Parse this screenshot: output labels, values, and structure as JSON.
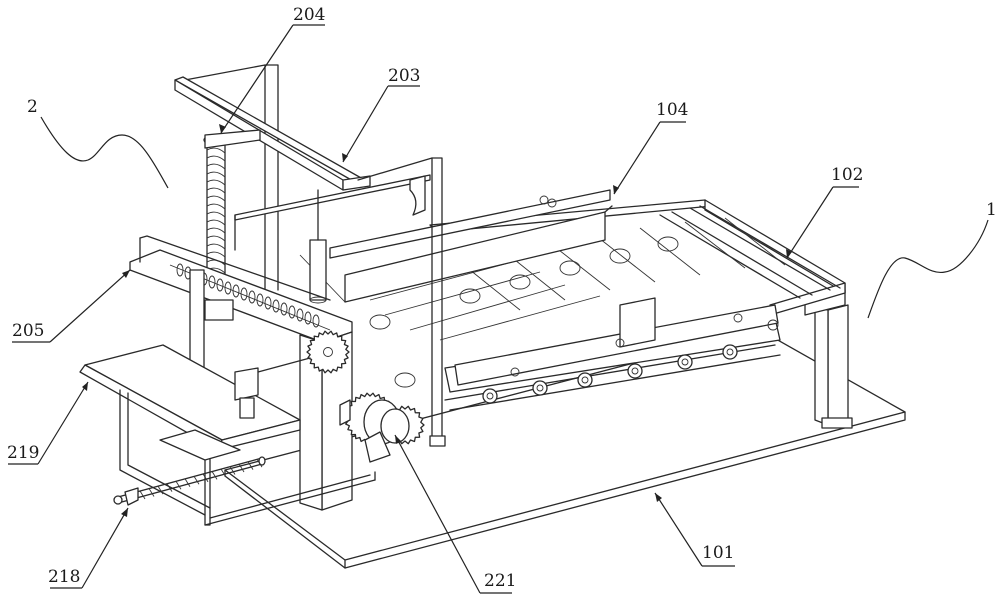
{
  "figure": {
    "type": "patent-drawing",
    "style": "isometric line drawing",
    "line_color": "#2a2a2a",
    "background": "#ffffff"
  },
  "labels": [
    {
      "id": "label-204",
      "text": "204",
      "points_to": "screw rod top"
    },
    {
      "id": "label-203",
      "text": "203",
      "points_to": "upper cross beam"
    },
    {
      "id": "label-104",
      "text": "104",
      "points_to": "side baffle plate"
    },
    {
      "id": "label-102",
      "text": "102",
      "points_to": "roller conveyor frame"
    },
    {
      "id": "label-2",
      "text": "2",
      "points_to": "feeding assembly (wavy leader)"
    },
    {
      "id": "label-1",
      "text": "1",
      "points_to": "conveying assembly (wavy leader)"
    },
    {
      "id": "label-205",
      "text": "205",
      "points_to": "horizontal guide frame"
    },
    {
      "id": "label-219",
      "text": "219",
      "points_to": "platform plate"
    },
    {
      "id": "label-218",
      "text": "218",
      "points_to": "hand crank screw"
    },
    {
      "id": "label-221",
      "text": "221",
      "points_to": "gear drive motor"
    },
    {
      "id": "label-101",
      "text": "101",
      "points_to": "base plate"
    }
  ]
}
